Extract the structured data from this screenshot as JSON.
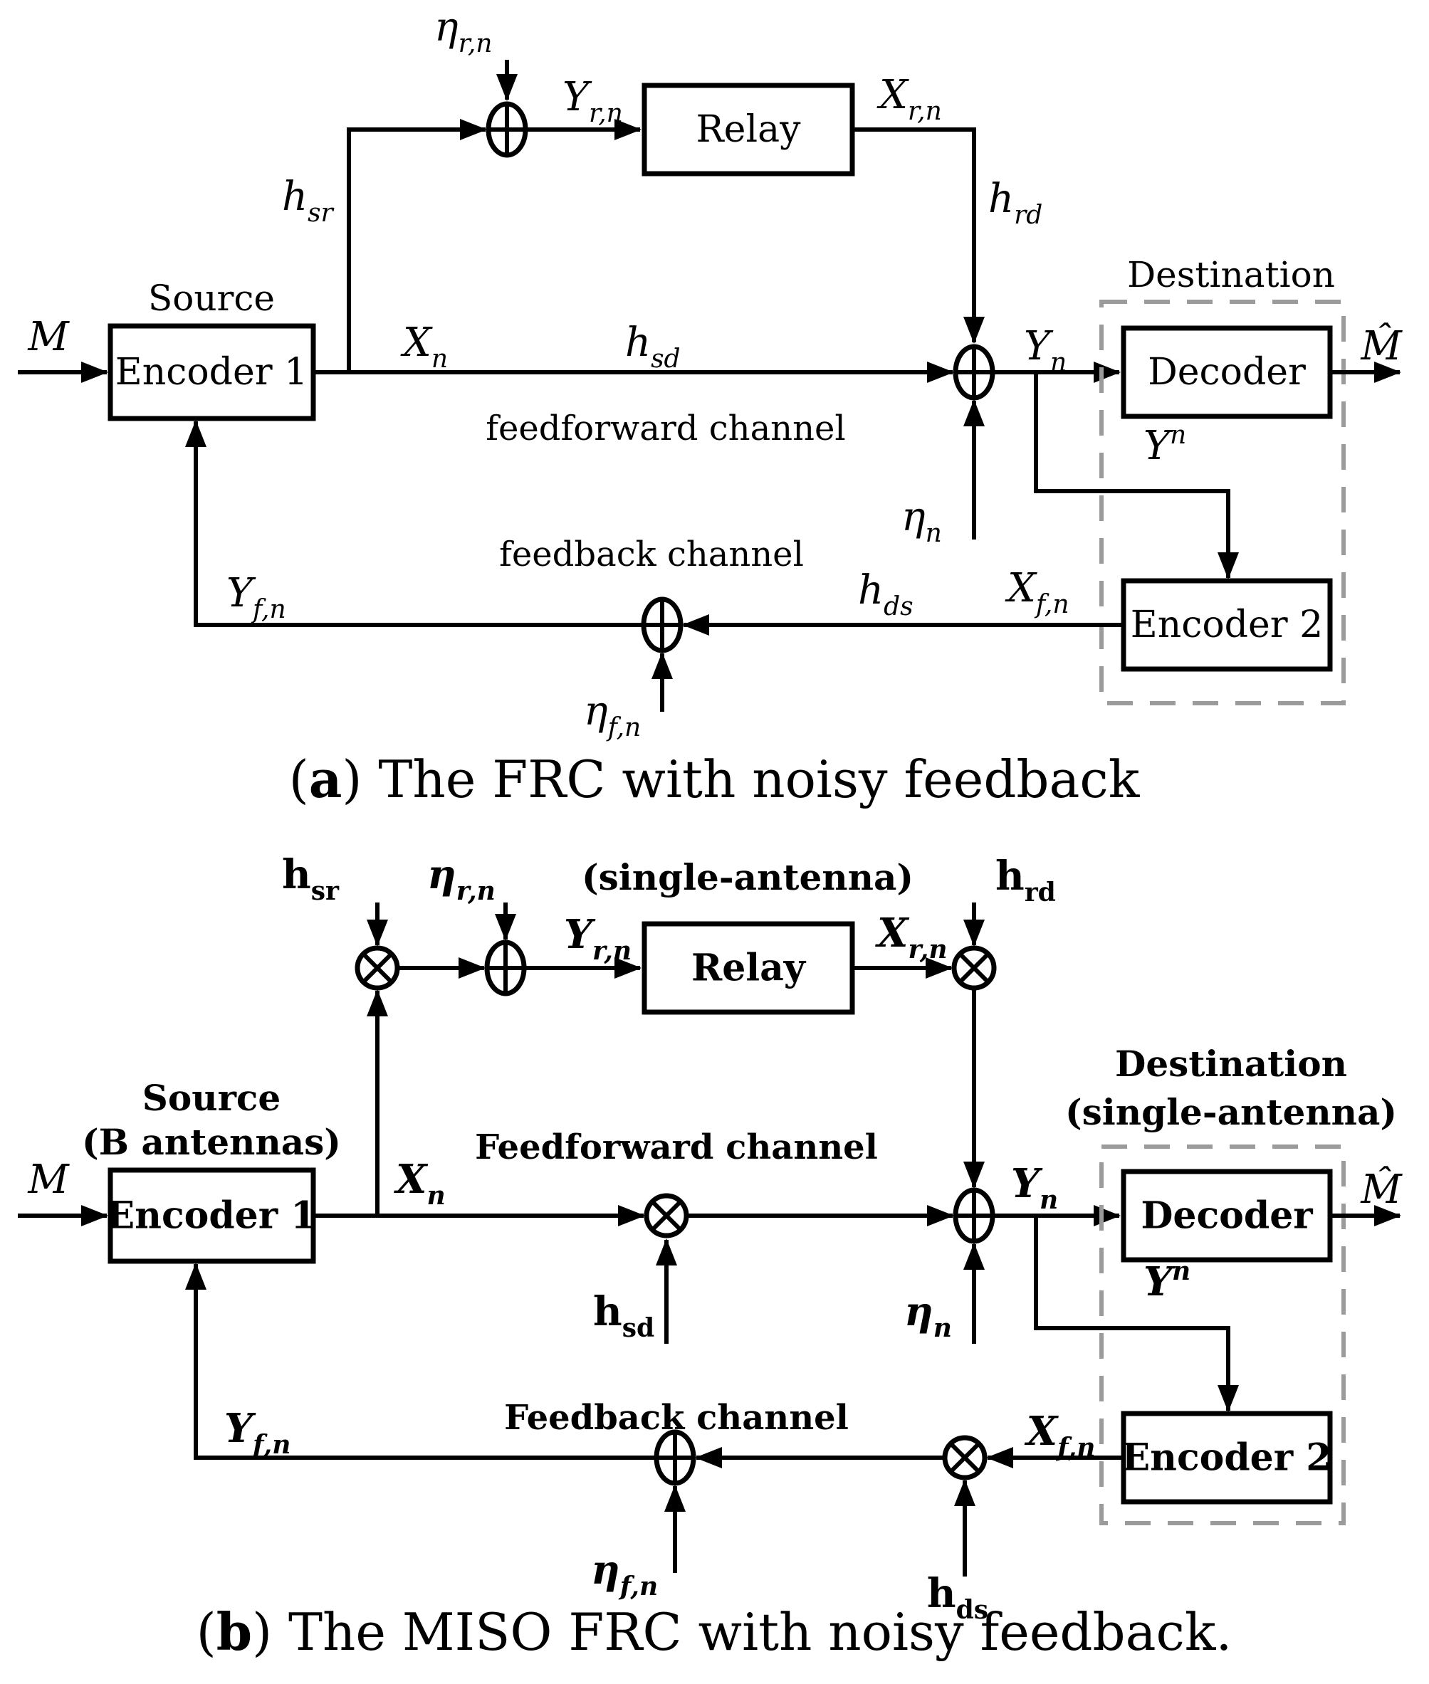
{
  "a": {
    "source": "Source",
    "destination": "Destination",
    "encoder1": "Encoder 1",
    "relay": "Relay",
    "decoder": "Decoder",
    "encoder2": "Encoder 2",
    "feedforward": "feedforward channel",
    "feedback": "feedback channel",
    "m": "M",
    "m_hat": "M̂",
    "x_n": {
      "b": "X",
      "s": "n"
    },
    "h_sr": {
      "b": "h",
      "s": "sr"
    },
    "h_sd": {
      "b": "h",
      "s": "sd"
    },
    "h_rd": {
      "b": "h",
      "s": "rd"
    },
    "h_ds": {
      "b": "h",
      "s": "ds"
    },
    "eta_rn": {
      "b": "η",
      "s": "r,n"
    },
    "eta_n": {
      "b": "η",
      "s": "n"
    },
    "eta_fn": {
      "b": "η",
      "s": "f,n"
    },
    "y_rn": {
      "b": "Y",
      "s": "r,n"
    },
    "x_rn": {
      "b": "X",
      "s": "r,n"
    },
    "y_n": {
      "b": "Y",
      "s": "n"
    },
    "y_seq": {
      "b": "Y",
      "p": "n"
    },
    "x_fn": {
      "b": "X",
      "s": "f,n"
    },
    "y_fn": {
      "b": "Y",
      "s": "f,n"
    },
    "caption": {
      "open": "(",
      "letter": "a",
      "rest": ") The FRC with noisy feedback"
    }
  },
  "b": {
    "source": "Source",
    "source2": "(B antennas)",
    "destination": "Destination",
    "destination2": "(single-antenna)",
    "relay_note": "(single-antenna)",
    "encoder1": "Encoder 1",
    "relay": "Relay",
    "decoder": "Decoder",
    "encoder2": "Encoder 2",
    "feedforward": "Feedforward channel",
    "feedback": "Feedback channel",
    "m": "M",
    "m_hat": "M̂",
    "x_n": {
      "b": "X",
      "s": "n"
    },
    "h_sr": {
      "b": "h",
      "s": "sr"
    },
    "h_sd": {
      "b": "h",
      "s": "sd"
    },
    "h_rd": {
      "b": "h",
      "s": "rd"
    },
    "h_ds": {
      "b": "h",
      "s": "ds"
    },
    "eta_rn": {
      "b": "η",
      "s": "r,n"
    },
    "eta_n": {
      "b": "η",
      "s": "n"
    },
    "eta_fn": {
      "b": "η",
      "s": "f,n"
    },
    "y_rn": {
      "b": "Y",
      "s": "r,n"
    },
    "x_rn": {
      "b": "X",
      "s": "r,n"
    },
    "y_n": {
      "b": "Y",
      "s": "n"
    },
    "y_seq": {
      "b": "Y",
      "p": "n"
    },
    "x_fn": {
      "b": "X",
      "s": "f,n"
    },
    "y_fn": {
      "b": "Y",
      "s": "f,n"
    },
    "caption": {
      "open": "(",
      "letter": "b",
      "rest": ") The MISO FRC with noisy feedback."
    }
  }
}
